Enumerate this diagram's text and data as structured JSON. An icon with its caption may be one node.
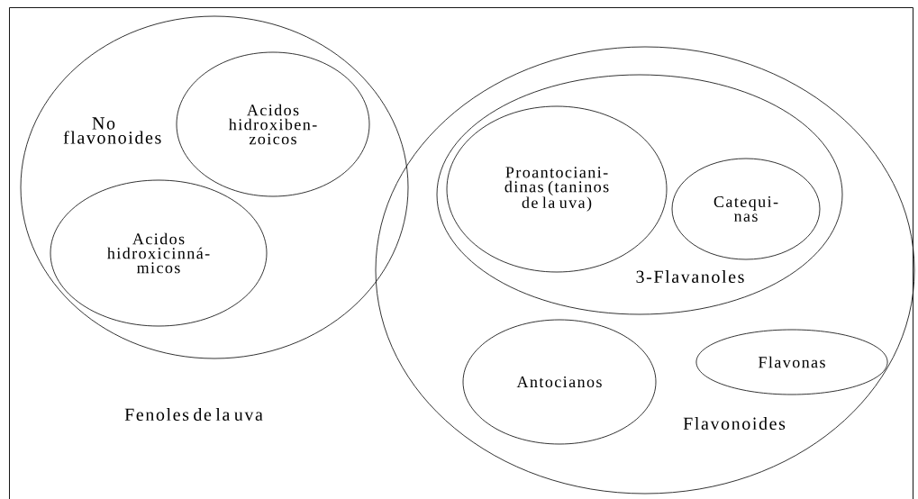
{
  "diagram": {
    "nodes": [
      {
        "text": [
          "Fenoles de la uva"
        ]
      },
      {
        "text": [
          "No flavonoides"
        ],
        "in": 0
      },
      {
        "text": [
          "Acidos hidroxiben- zoicos"
        ],
        "in": 1
      },
      {
        "text": [
          "Acidos hidroxicinná- micos"
        ],
        "in": 1
      },
      {
        "text": [
          "Flavonoides"
        ],
        "in": 0
      },
      {
        "text": [
          "3-Flavanoles"
        ],
        "in": 4
      },
      {
        "text": [
          "Proantociani- dinas (taninos de la uva)"
        ],
        "in": 5
      },
      {
        "text": [
          "Catequi- nas"
        ],
        "in": 5
      },
      {
        "text": [
          "Antocianos"
        ],
        "in": 4
      },
      {
        "text": [
          "Flavonas"
        ],
        "in": 4
      }
    ]
  }
}
